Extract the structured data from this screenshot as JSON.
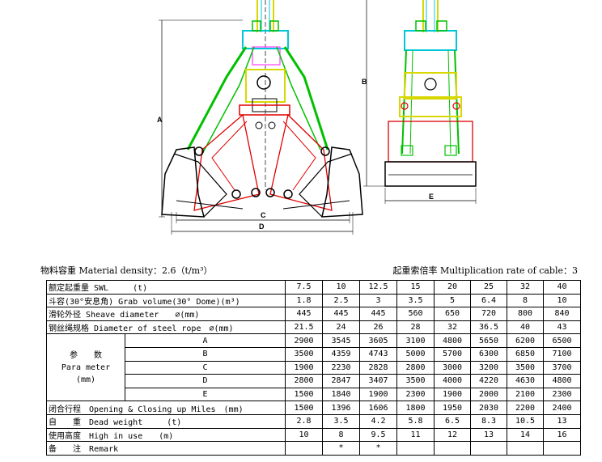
{
  "drawing": {
    "front_dim_labels": [
      "A",
      "C",
      "D"
    ],
    "side_dim_labels": [
      "B",
      "E"
    ],
    "colors": {
      "frame": "#00c000",
      "jaw": "#e00000",
      "pulley": "#d8d800",
      "head": "#00c8d8",
      "line": "#000000",
      "block": "#ff40ff"
    }
  },
  "captions": {
    "left": "物料容重 Material density：2.6（t/m³）",
    "right": "起重索倍率 Multiplication rate of cable：3"
  },
  "table": {
    "rows": [
      {
        "label": "额定起重量 SWL　　　(t)",
        "values": [
          "7.5",
          "10",
          "12.5",
          "15",
          "20",
          "25",
          "32",
          "40"
        ]
      },
      {
        "label": "斗容(30°安息角) Grab volume(30° Dome)(m³)",
        "values": [
          "1.8",
          "2.5",
          "3",
          "3.5",
          "5",
          "6.4",
          "8",
          "10"
        ]
      },
      {
        "label": "滑轮外径 Sheave diameter　　∅(mm)",
        "values": [
          "445",
          "445",
          "445",
          "560",
          "650",
          "720",
          "800",
          "840"
        ]
      },
      {
        "label": "钢丝绳规格 Diameter of steel rope　∅(mm)",
        "values": [
          "21.5",
          "24",
          "26",
          "28",
          "32",
          "36.5",
          "40",
          "43"
        ]
      }
    ],
    "param": {
      "label_cn": "参　　数",
      "label_en": "Para meter",
      "unit": "(mm)",
      "rows": [
        {
          "key": "A",
          "values": [
            "2900",
            "3545",
            "3605",
            "3100",
            "4800",
            "5650",
            "6200",
            "6500"
          ]
        },
        {
          "key": "B",
          "values": [
            "3500",
            "4359",
            "4743",
            "5000",
            "5700",
            "6300",
            "6850",
            "7100"
          ]
        },
        {
          "key": "C",
          "values": [
            "1900",
            "2230",
            "2828",
            "2800",
            "3000",
            "3200",
            "3500",
            "3700"
          ]
        },
        {
          "key": "D",
          "values": [
            "2800",
            "2847",
            "3407",
            "3500",
            "4000",
            "4220",
            "4630",
            "4800"
          ]
        },
        {
          "key": "E",
          "values": [
            "1500",
            "1840",
            "1900",
            "2300",
            "1900",
            "2000",
            "2100",
            "2300"
          ]
        }
      ]
    },
    "rows_after": [
      {
        "label": "闭合行程　Opening & Closing up Miles　(mm)",
        "values": [
          "1500",
          "1396",
          "1606",
          "1800",
          "1950",
          "2030",
          "2200",
          "2400"
        ]
      },
      {
        "label": "自　　重　Dead weight　　　(t)",
        "values": [
          "2.8",
          "3.5",
          "4.2",
          "5.8",
          "6.5",
          "8.3",
          "10.5",
          "13"
        ]
      },
      {
        "label": "使用高度　High in use　　(m)",
        "values": [
          "10",
          "8",
          "9.5",
          "11",
          "12",
          "13",
          "14",
          "16"
        ]
      },
      {
        "label": "备　　注　Remark",
        "values": [
          "",
          "*",
          "*",
          "",
          "",
          "",
          "",
          ""
        ]
      }
    ]
  }
}
